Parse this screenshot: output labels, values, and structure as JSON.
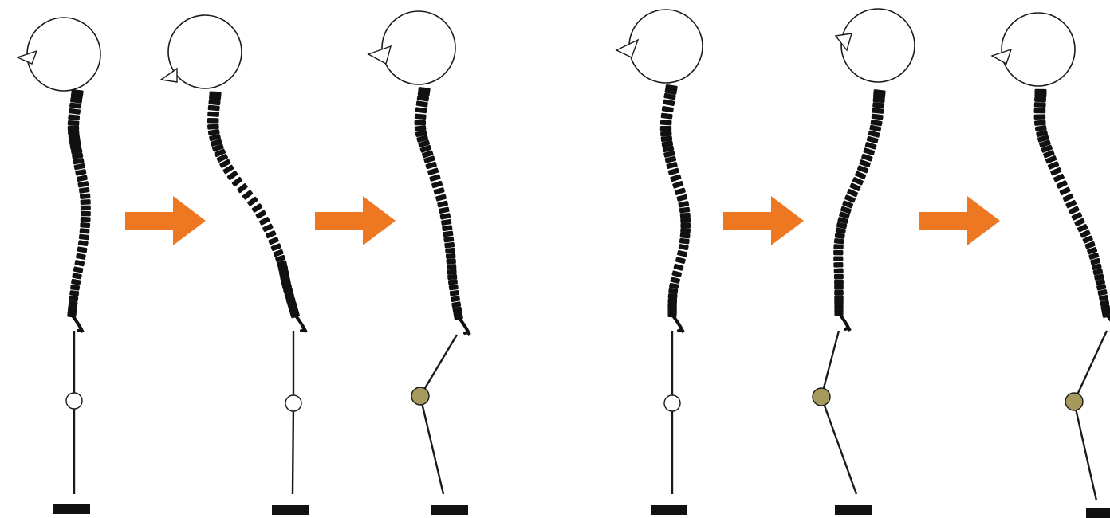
{
  "colors": {
    "outline": "#1a1a1a",
    "vertebra": "#111111",
    "arrow": "#ee7722",
    "knee_bent": "#a59a5c",
    "knee_straight": "#ffffff",
    "background": "#ffffff"
  },
  "figures": [
    {
      "name": "figure-1",
      "knee": "straight"
    },
    {
      "name": "figure-2",
      "knee": "straight"
    },
    {
      "name": "figure-3",
      "knee": "bent"
    },
    {
      "name": "figure-4",
      "knee": "straight"
    },
    {
      "name": "figure-5",
      "knee": "bent"
    },
    {
      "name": "figure-6",
      "knee": "bent"
    }
  ],
  "arrows": [
    {
      "name": "arrow-1",
      "icon": "right-arrow-icon"
    },
    {
      "name": "arrow-2",
      "icon": "right-arrow-icon"
    },
    {
      "name": "arrow-3",
      "icon": "right-arrow-icon"
    },
    {
      "name": "arrow-4",
      "icon": "right-arrow-icon"
    }
  ]
}
